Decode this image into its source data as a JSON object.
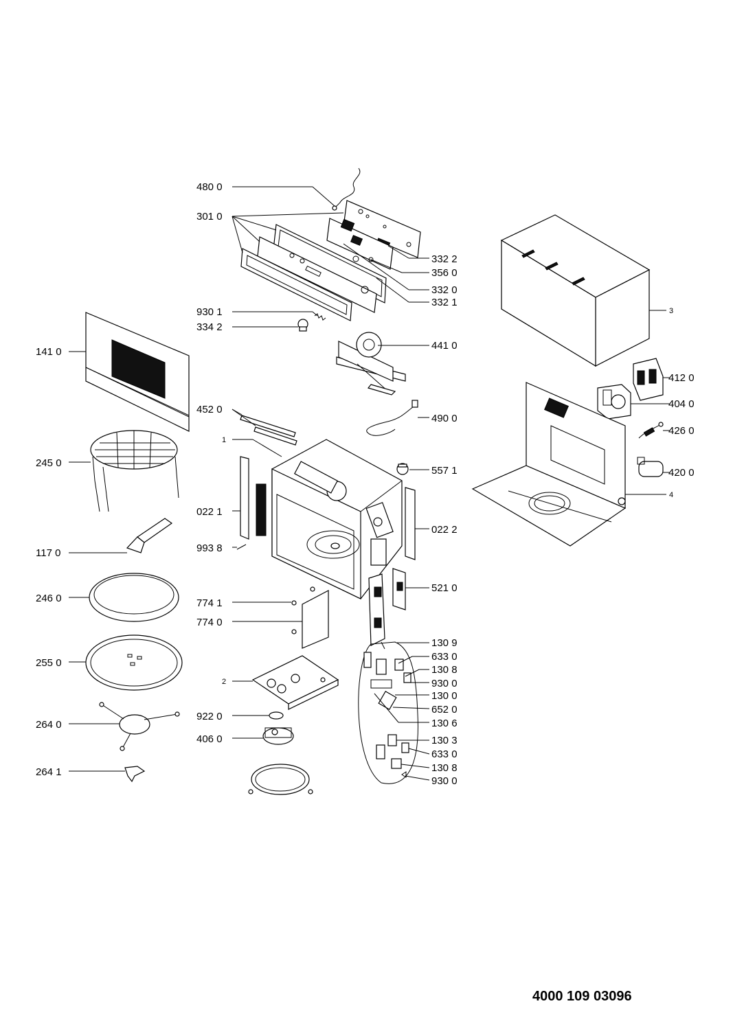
{
  "document_number": "4000 109 03096",
  "labels": {
    "p4800": "480 0",
    "p3010": "301 0",
    "p3322": "332 2",
    "p3560": "356 0",
    "p3320": "332 0",
    "p3321": "332 1",
    "p9301": "930 1",
    "p3342": "334 2",
    "p4410": "441 0",
    "p1410": "141 0",
    "p4520": "452 0",
    "p4900": "490 0",
    "p1": "1",
    "p2450": "245 0",
    "p5571": "557 1",
    "p0221": "022 1",
    "p0222": "022 2",
    "p9938": "993 8",
    "p1170": "117 0",
    "p5210": "521 0",
    "p2460": "246 0",
    "p7741": "774 1",
    "p7740": "774 0",
    "p1309": "130 9",
    "p2550": "255 0",
    "p6330a": "633 0",
    "p1308a": "130 8",
    "p2": "2",
    "p9300a": "930 0",
    "p1300": "130 0",
    "p6520": "652 0",
    "p2640": "264 0",
    "p9220": "922 0",
    "p1306": "130 6",
    "p4060": "406 0",
    "p1303": "130 3",
    "p6330b": "633 0",
    "p2641": "264 1",
    "p1308b": "130 8",
    "p9300b": "930 0",
    "p3": "3",
    "p4120": "412 0",
    "p4040": "404 0",
    "p4260": "426 0",
    "p4200": "420 0",
    "p4": "4"
  }
}
